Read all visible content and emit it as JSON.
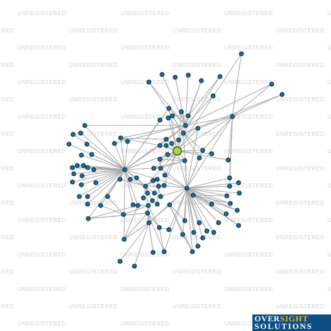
{
  "watermark_text": "UNREGISTERED",
  "logo": {
    "part1": "OVER",
    "part2": "SIGHT",
    "line2": "SOLUTIONS"
  },
  "colors": {
    "edge": "#a8a8a8",
    "node": "#1a6e9e",
    "focus_node": "#a6d84a",
    "logo_bg": "#0d4f84",
    "logo_accent": "#f0b419"
  }
}
